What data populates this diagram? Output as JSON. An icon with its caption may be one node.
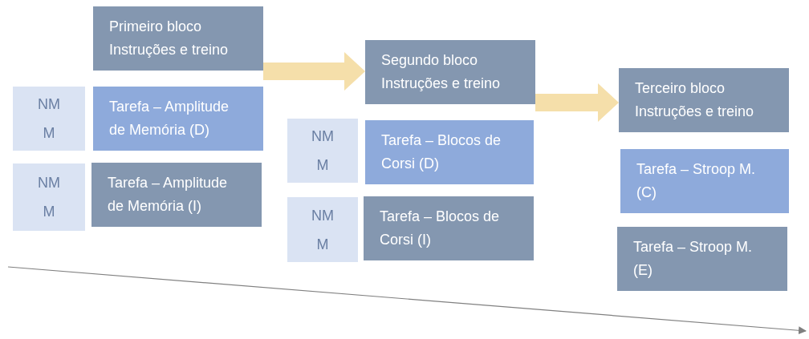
{
  "diagram": {
    "nodes": [
      {
        "text": [
          "Primeiro bloco Instruções e treino"
        ]
      },
      {
        "text": [
          "NMM"
        ]
      },
      {
        "text": [
          "Tarefa – Amplitude de Memória (D)"
        ]
      },
      {
        "text": [
          "NMM"
        ]
      },
      {
        "text": [
          "Tarefa – Amplitude de Memória (I)"
        ]
      },
      {
        "text": [
          "Segundo bloco Instruções e treino"
        ]
      },
      {
        "text": [
          "NMM"
        ]
      },
      {
        "text": [
          "Tarefa – Blocos de Corsi (D)"
        ]
      },
      {
        "text": [
          "NMM"
        ]
      },
      {
        "text": [
          "Tarefa – Blocos de Corsi (I)"
        ]
      },
      {
        "text": [
          "Terceiro bloco Instruções e treino"
        ]
      },
      {
        "text": [
          "Tarefa – Stroop M. (C)"
        ]
      },
      {
        "text": [
          "Tarefa – Stroop M. (E)"
        ]
      }
    ],
    "edges": [
      {
        "from": 0,
        "to": 5,
        "arrow": "to",
        "style": "thick",
        "color": "#f5dfaa"
      },
      {
        "from": 5,
        "to": 10,
        "arrow": "to",
        "style": "thick",
        "color": "#f5dfaa"
      }
    ]
  }
}
